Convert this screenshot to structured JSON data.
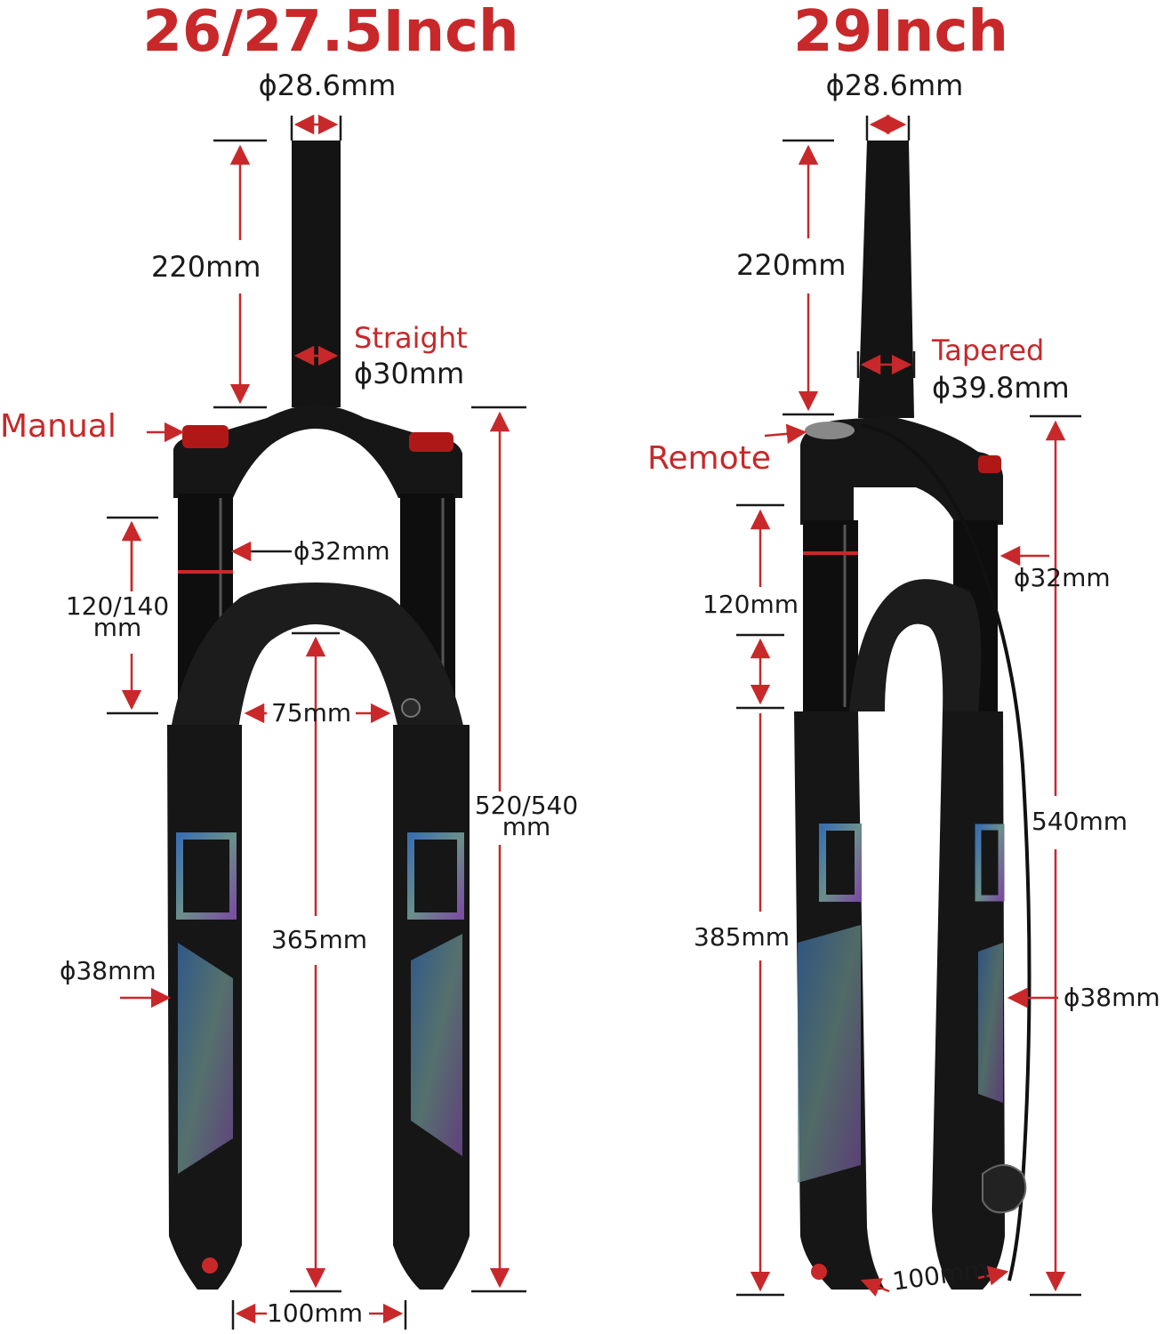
{
  "colors": {
    "accent": "#c8282a",
    "ink": "#1a1a1a",
    "fork": "#141414"
  },
  "left": {
    "title": "26/27.5Inch",
    "steerer_dia": "ϕ28.6mm",
    "steerer_len": "220mm",
    "crown_type": "Straight",
    "crown_dia": "ϕ30mm",
    "lockout": "Manual",
    "stanchion_dia": "ϕ32mm",
    "travel_line1": "120/140",
    "travel_line2": "mm",
    "inner_width": "75mm",
    "total_len_line1": "520/540",
    "total_len_line2": "mm",
    "axle_crown": "365mm",
    "lower_dia": "ϕ38mm",
    "hub_width": "100mm"
  },
  "right": {
    "title": "29Inch",
    "steerer_dia": "ϕ28.6mm",
    "steerer_len": "220mm",
    "crown_type": "Tapered",
    "crown_dia": "ϕ39.8mm",
    "lockout": "Remote",
    "stanchion_dia": "ϕ32mm",
    "travel": "120mm",
    "total_len": "540mm",
    "axle_crown": "385mm",
    "lower_dia": "ϕ38mm",
    "hub_width": "100mm"
  }
}
